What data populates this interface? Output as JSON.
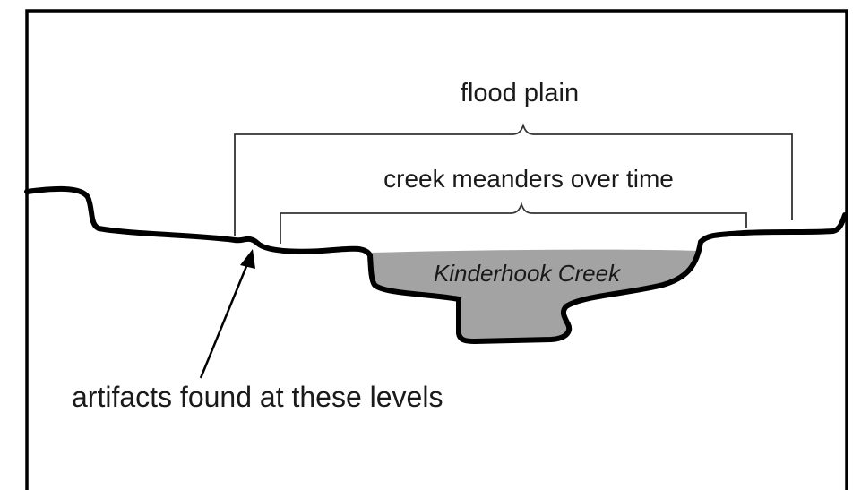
{
  "diagram": {
    "labels": {
      "flood_plain": "flood plain",
      "creek_meanders": "creek meanders over time",
      "creek_name": "Kinderhook Creek",
      "artifacts": "artifacts found at these levels"
    },
    "colors": {
      "ground_line": "#000000",
      "creek_fill": "#a3a3a3",
      "bracket_stroke": "#333333",
      "frame": "#000000",
      "background": "#ffffff"
    }
  }
}
